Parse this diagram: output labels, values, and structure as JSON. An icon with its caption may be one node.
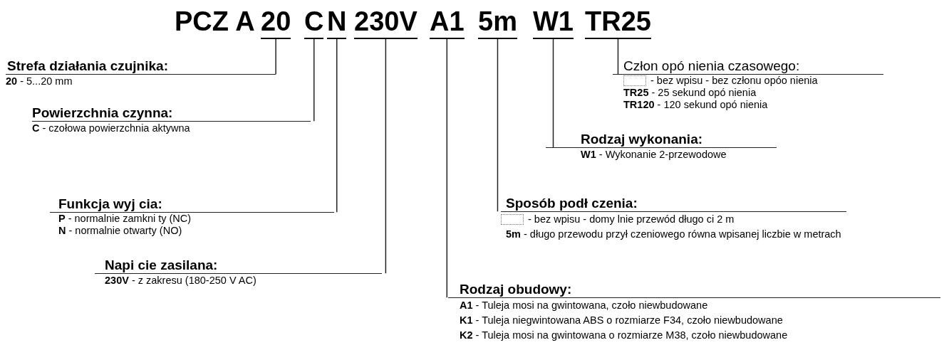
{
  "diagram": {
    "nodes": [
      {
        "text": [
          "20"
        ]
      },
      {
        "text": [
          "C"
        ]
      },
      {
        "text": [
          "N"
        ]
      },
      {
        "text": [
          "230V"
        ]
      },
      {
        "text": [
          "A1"
        ]
      },
      {
        "text": [
          "5m"
        ]
      },
      {
        "text": [
          "W1"
        ]
      },
      {
        "text": [
          "TR25"
        ]
      },
      {
        "text": [
          "Strefa działania czujnika:",
          "**20** - 5...20 mm"
        ]
      },
      {
        "text": [
          "Człon opó nienia czasowego:",
          "- bez wpisu - bez członu opóo nienia",
          "**TR25** - 25 sekund opó nienia",
          "**TR120** - 120 sekund opó nienia"
        ]
      },
      {
        "text": [
          "Powierzchnia czynna:",
          "**C** - czołowa powierzchnia aktywna"
        ]
      },
      {
        "text": [
          "Rodzaj wykonania:",
          "**W1** - Wykonanie 2-przewodowe"
        ]
      },
      {
        "text": [
          "Funkcja wyj cia:",
          "**P** - normalnie zamkni ty (NC)",
          "**N** - normalnie otwarty (NO)"
        ]
      },
      {
        "text": [
          "Sposób podł czenia:",
          "- bez wpisu - domy lnie przewód długo ci 2 m",
          "**5m** - długo przewodu przył czeniowego równa wpisanej liczbie w metrach"
        ]
      },
      {
        "text": [
          "Napi cie zasilana:",
          "**230V** - z zakresu (180-250 V AC)"
        ]
      },
      {
        "text": [
          "Rodzaj obudowy:",
          "**A1** - Tuleja mosi na gwintowana, czoło niewbudowane",
          "**K1** - Tuleja niegwintowana ABS o rozmiarze F34, czoło niewbudowane",
          "**K2** - Tuleja mosi na gwintowana o rozmiarze M38, czoło niewbudowane"
        ]
      }
    ],
    "edges": [
      {
        "from": 0,
        "to": 8,
        "arrow": "none"
      },
      {
        "from": 1,
        "to": 10,
        "arrow": "none"
      },
      {
        "from": 2,
        "to": 12,
        "arrow": "none"
      },
      {
        "from": 3,
        "to": 14,
        "arrow": "none"
      },
      {
        "from": 4,
        "to": 15,
        "arrow": "none"
      },
      {
        "from": 5,
        "to": 13,
        "arrow": "none"
      },
      {
        "from": 6,
        "to": 11,
        "arrow": "none"
      },
      {
        "from": 7,
        "to": 9,
        "arrow": "none"
      }
    ],
    "labels": [
      "PCZ A"
    ]
  }
}
